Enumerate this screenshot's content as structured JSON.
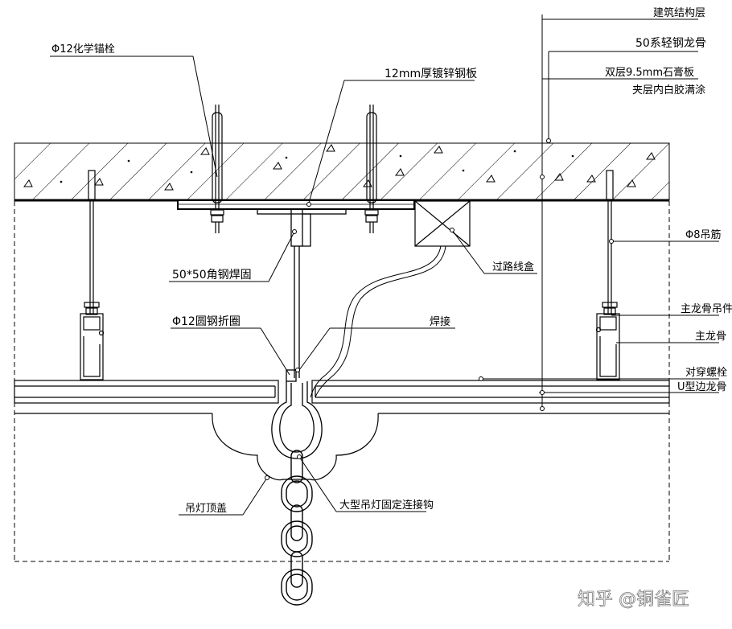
{
  "labels": {
    "building_structure": "建筑结构层",
    "light_keel_50": "50系轻钢龙骨",
    "gypsum_line1": "双层9.5mm石膏板",
    "gypsum_line2": "夹层内白胶满涂",
    "chem_anchor": "Φ12化学锚栓",
    "steel_plate": "12mm厚镀锌钢板",
    "angle_steel": "50*50角钢焊固",
    "round_steel_hook": "Φ12圆钢折圈",
    "weld": "焊接",
    "junction_box": "过路线盒",
    "hanger_rod": "Φ8吊筋",
    "main_keel_hanger": "主龙骨吊件",
    "main_keel": "主龙骨",
    "through_bolt": "对穿螺栓",
    "u_edge_keel": "U型边龙骨",
    "lamp_cover": "吊灯顶盖",
    "chandelier_hook": "大型吊灯固定连接钩"
  },
  "watermark": "知乎 @铜雀匠"
}
